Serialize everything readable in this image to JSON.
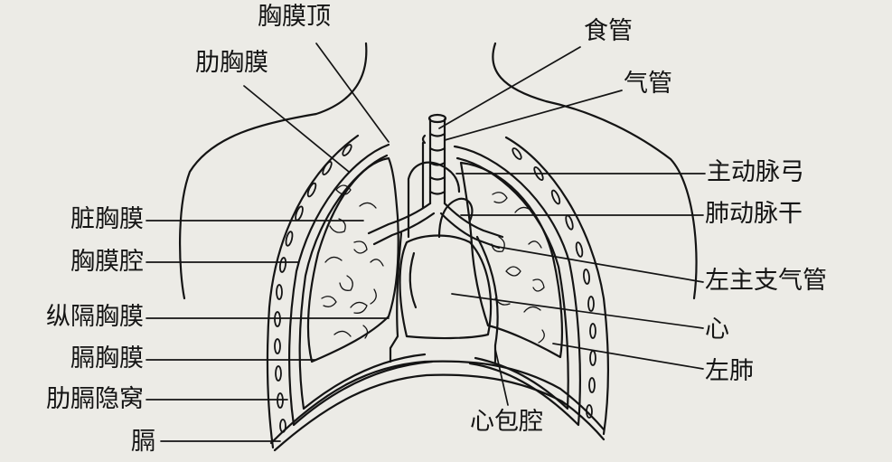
{
  "diagram": {
    "labels": {
      "pleural_cupula": "胸膜顶",
      "costal_pleura": "肋胸膜",
      "esophagus": "食管",
      "trachea": "气管",
      "aortic_arch": "主动脉弓",
      "pulmonary_trunk": "肺动脉干",
      "visceral_pleura": "脏胸膜",
      "pleural_cavity": "胸膜腔",
      "left_main_bronchus": "左主支气管",
      "mediastinal_pleura": "纵隔胸膜",
      "heart": "心",
      "diaphragmatic_pleura": "膈胸膜",
      "left_lung": "左肺",
      "costodiaphragmatic_recess": "肋膈隐窝",
      "pericardial_cavity": "心包腔",
      "diaphragm": "膈"
    },
    "colors": {
      "ink": "#141414",
      "paper": "#ecebe6"
    }
  }
}
